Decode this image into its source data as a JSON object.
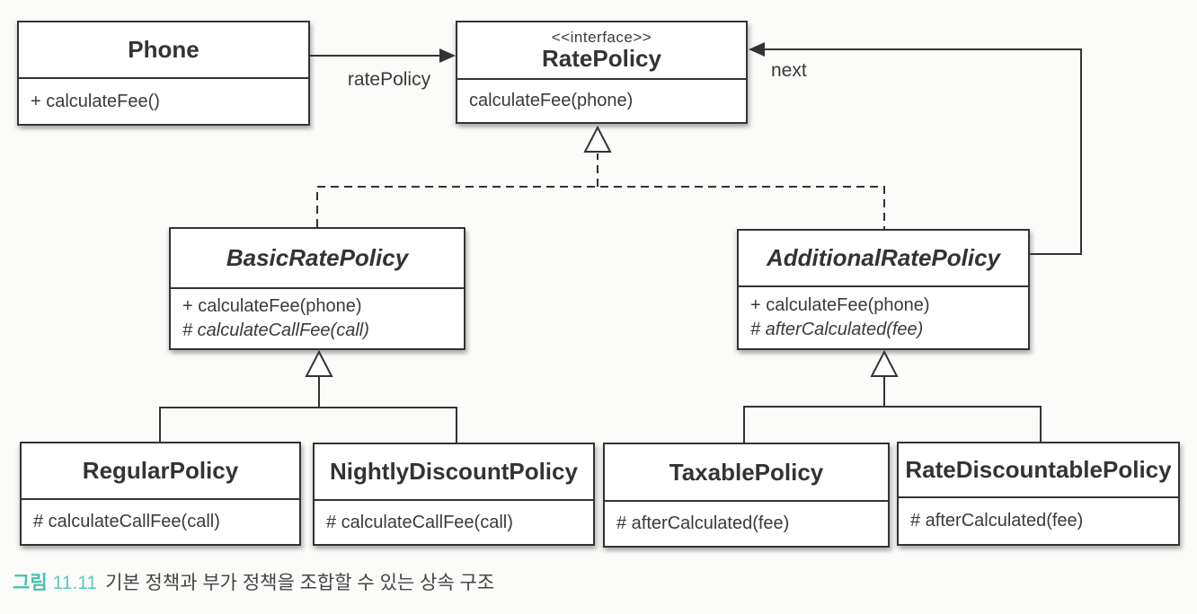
{
  "diagram": {
    "classes": {
      "phone": {
        "name": "Phone",
        "members": [
          {
            "text": "+ calculateFee()"
          }
        ]
      },
      "rate_policy": {
        "stereotype": "<<interface>>",
        "name": "RatePolicy",
        "members": [
          {
            "text": "calculateFee(phone)"
          }
        ]
      },
      "basic_rate_policy": {
        "name": "BasicRatePolicy",
        "members": [
          {
            "text": "+ calculateFee(phone)"
          },
          {
            "text": "# calculateCallFee(call)"
          }
        ]
      },
      "additional_rate_policy": {
        "name": "AdditionalRatePolicy",
        "members": [
          {
            "text": "+ calculateFee(phone)"
          },
          {
            "text": "# afterCalculated(fee)"
          }
        ]
      },
      "regular_policy": {
        "name": "RegularPolicy",
        "members": [
          {
            "text": "# calculateCallFee(call)"
          }
        ]
      },
      "nightly_discount_policy": {
        "name": "NightlyDiscountPolicy",
        "members": [
          {
            "text": "# calculateCallFee(call)"
          }
        ]
      },
      "taxable_policy": {
        "name": "TaxablePolicy",
        "members": [
          {
            "text": "# afterCalculated(fee)"
          }
        ]
      },
      "rate_discountable_policy": {
        "name": "RateDiscountablePolicy",
        "members": [
          {
            "text": "# afterCalculated(fee)"
          }
        ]
      }
    },
    "edge_labels": {
      "rate_policy": "ratePolicy",
      "next": "next"
    }
  },
  "caption": {
    "figure_word": "그림",
    "figure_number": "11.11",
    "text": "기본 정책과 부가 정책을 조합할 수 있는 상속 구조"
  },
  "colors": {
    "line": "#333333",
    "caption_accent": "#45c1ae"
  }
}
